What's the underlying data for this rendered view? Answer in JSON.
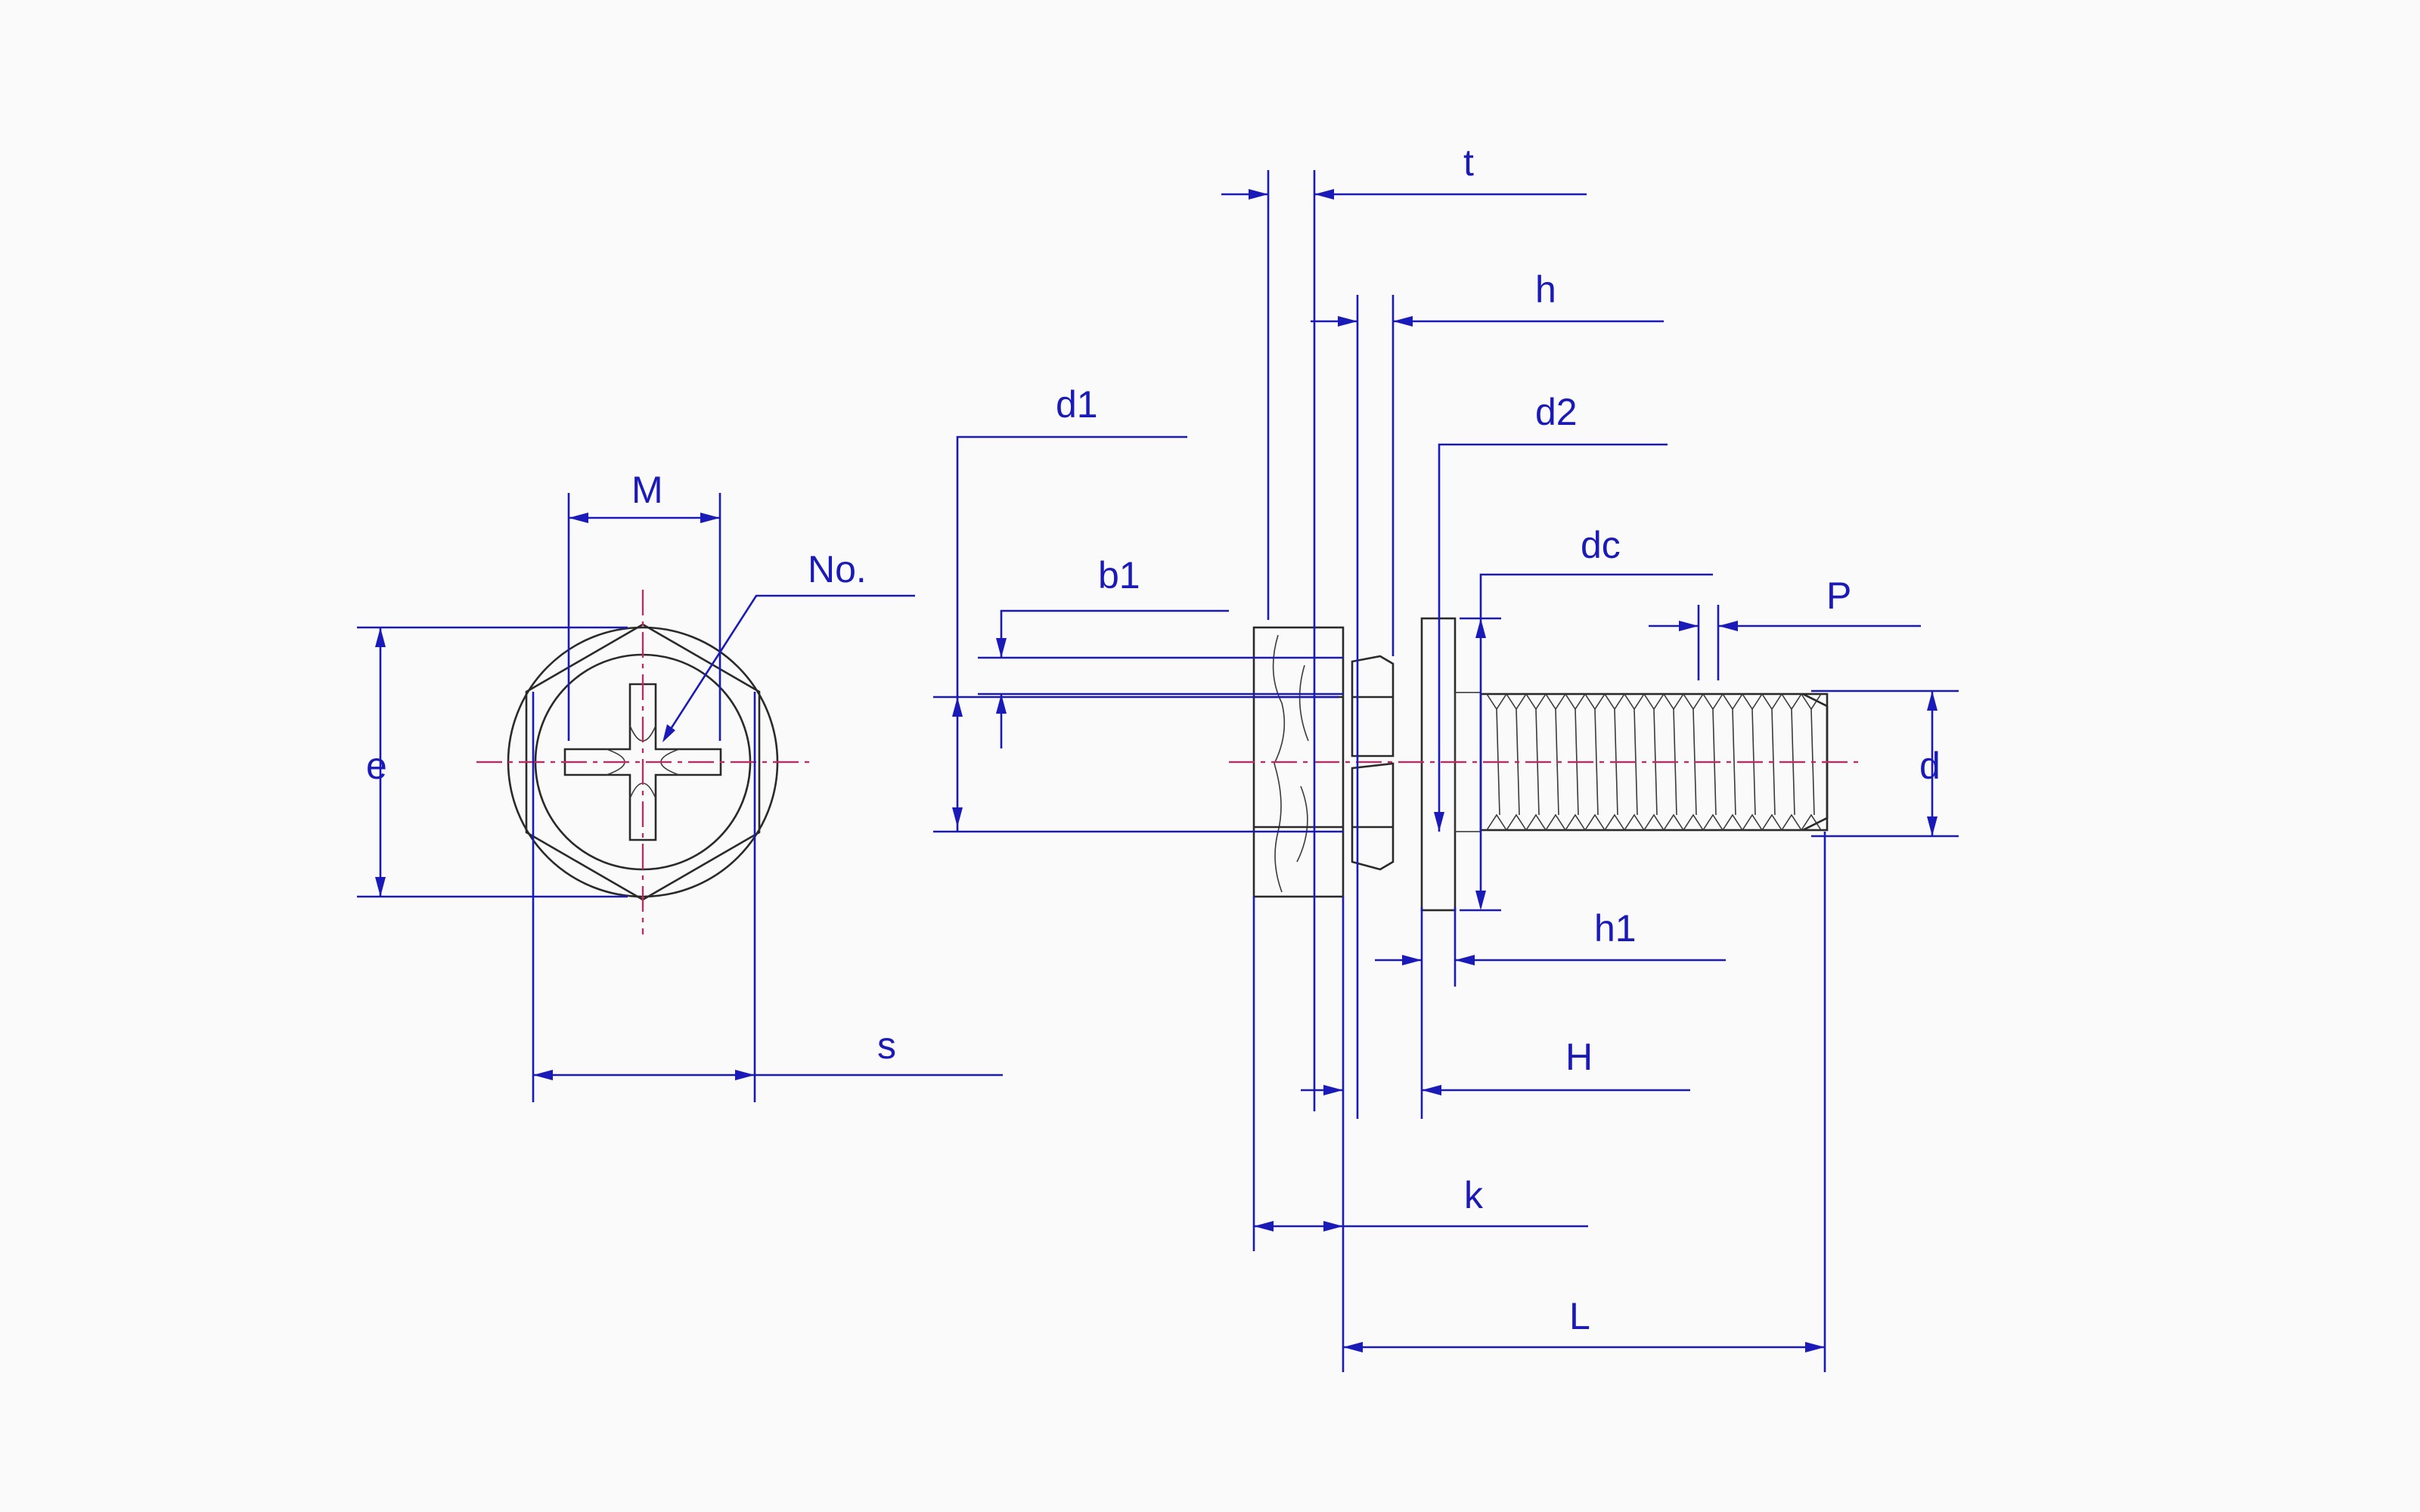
{
  "diagram": {
    "colors": {
      "dimension": "#1a1ab8",
      "outline": "#2a2a2a",
      "centerline": "#d0215f",
      "background": "#fafafa"
    },
    "front_view_labels": {
      "M": "M",
      "No": "No.",
      "e": "e",
      "s": "s"
    },
    "side_view_labels": {
      "t": "t",
      "h": "h",
      "d1": "d1",
      "d2": "d2",
      "dc": "dc",
      "b1": "b1",
      "P": "P",
      "d": "d",
      "h1": "h1",
      "H": "H",
      "k": "k",
      "L": "L"
    }
  }
}
